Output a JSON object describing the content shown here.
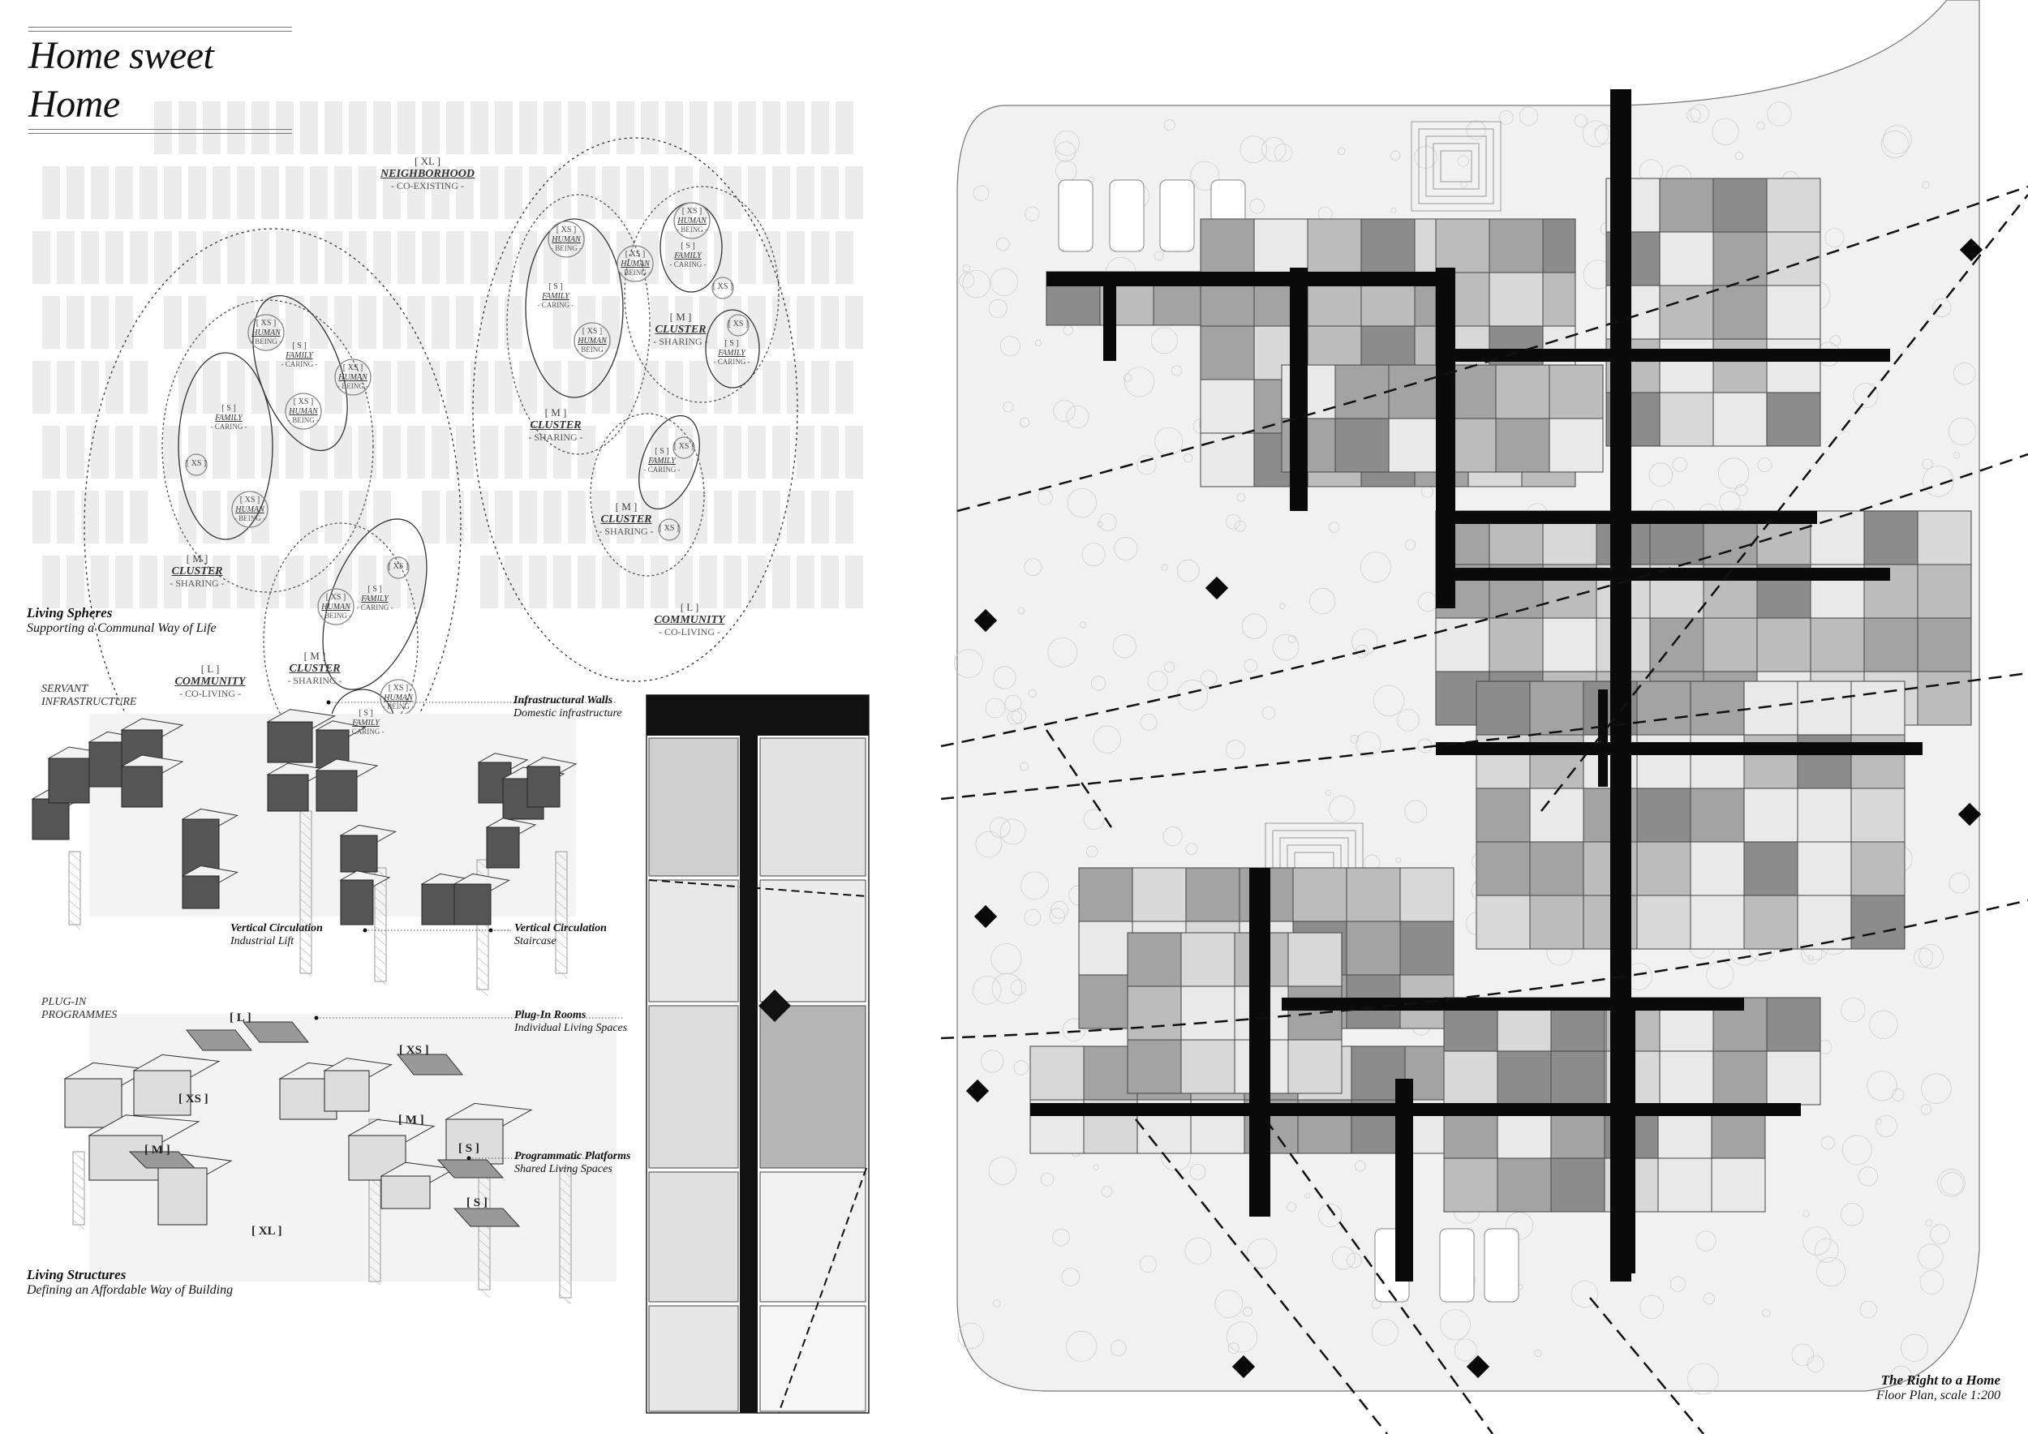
{
  "header": {
    "title": "Home sweet Home"
  },
  "living_spheres": {
    "caption_title": "Living Spheres",
    "caption_subtitle": "Supporting a Communal Way of Life",
    "neighborhood": {
      "size": "[ XL ]",
      "name": "NEIGHBORHOOD",
      "verb": "- CO-EXISTING -"
    },
    "communities": [
      {
        "size": "[ L ]",
        "name": "COMMUNITY",
        "verb": "- CO-LIVING -"
      },
      {
        "size": "[ L ]",
        "name": "COMMUNITY",
        "verb": "- CO-LIVING -"
      }
    ],
    "clusters": [
      {
        "size": "[ M ]",
        "name": "CLUSTER",
        "verb": "- SHARING -"
      },
      {
        "size": "[ M ]",
        "name": "CLUSTER",
        "verb": "- SHARING -"
      },
      {
        "size": "[ M ]",
        "name": "CLUSTER",
        "verb": "- SHARING -"
      },
      {
        "size": "[ M ]",
        "name": "CLUSTER",
        "verb": "- SHARING -"
      },
      {
        "size": "[ M ]",
        "name": "CLUSTER",
        "verb": "- SHARING -"
      }
    ],
    "families": [
      {
        "size": "[ S ]",
        "name": "FAMILY",
        "verb": "- CARING -"
      },
      {
        "size": "[ S ]",
        "name": "FAMILY",
        "verb": "- CARING -"
      },
      {
        "size": "[ S ]",
        "name": "FAMILY",
        "verb": "- CARING -"
      },
      {
        "size": "[ S ]",
        "name": "FAMILY",
        "verb": "- CARING -"
      },
      {
        "size": "[ S ]",
        "name": "FAMILY",
        "verb": "- CARING -"
      },
      {
        "size": "[ S ]",
        "name": "FAMILY",
        "verb": "- CARING -"
      },
      {
        "size": "[ S ]",
        "name": "FAMILY",
        "verb": "- CARING -"
      },
      {
        "size": "[ S ]",
        "name": "FAMILY",
        "verb": "- CARING -"
      }
    ],
    "humans": [
      {
        "size": "[ XS ]",
        "name": "HUMAN",
        "verb": "- BEING -"
      },
      {
        "size": "[ XS ]",
        "name": "HUMAN",
        "verb": "- BEING -"
      },
      {
        "size": "[ XS ]",
        "name": "HUMAN",
        "verb": "- BEING -"
      },
      {
        "size": "[ XS ]",
        "name": "HUMAN",
        "verb": "- BEING -"
      },
      {
        "size": "[ XS ]",
        "name": "HUMAN",
        "verb": "- BEING -"
      },
      {
        "size": "[ XS ]",
        "name": "HUMAN",
        "verb": "- BEING -"
      },
      {
        "size": "[ XS ]",
        "name": "HUMAN",
        "verb": "- BEING -"
      },
      {
        "size": "[ XS ]",
        "name": "HUMAN",
        "verb": "- BEING -"
      },
      {
        "size": "[ XS ]",
        "name": "HUMAN",
        "verb": "- BEING -"
      },
      {
        "size": "[ XS ]",
        "name": "HUMAN",
        "verb": "- BEING -"
      }
    ],
    "xs_only": [
      "[ XS ]",
      "[ XS ]",
      "[ XS ]",
      "[ XS ]",
      "[ XS ]",
      "[ XS ]"
    ]
  },
  "living_structures": {
    "caption_title": "Living  Structures",
    "caption_subtitle": "Defining an Affordable Way of Building",
    "servant_label_1": "SERVANT",
    "servant_label_2": "INFRASTRUCTURE",
    "plugin_label_1": "PLUG-IN",
    "plugin_label_2": "PROGRAMMES",
    "annotations": [
      {
        "title": "Infrastructural Walls",
        "subtitle": "Domestic infrastructure"
      },
      {
        "title": "Vertical Circulation",
        "subtitle": "Industrial Lift"
      },
      {
        "title": "Vertical Circulation",
        "subtitle": "Staircase"
      },
      {
        "title": "Plug-In Rooms",
        "subtitle": "Individual Living Spaces"
      },
      {
        "title": "Programmatic Platforms",
        "subtitle": "Shared Living Spaces"
      }
    ],
    "size_tags": [
      "[ L ]",
      "[ XS ]",
      "[ XS ]",
      "[ M ]",
      "[ M ]",
      "[ S ]",
      "[ S ]",
      "[ XL ]"
    ]
  },
  "floor_plan": {
    "caption_title": "The Right to a Home",
    "caption_subtitle": "Floor Plan, scale 1:200"
  },
  "colors": {
    "ink": "#111111",
    "wall": "#0a0a0a",
    "room_dark": "#8a8a8a",
    "room_mid": "#bdbdbd",
    "room_light": "#dedede",
    "map_block": "#ececec"
  }
}
